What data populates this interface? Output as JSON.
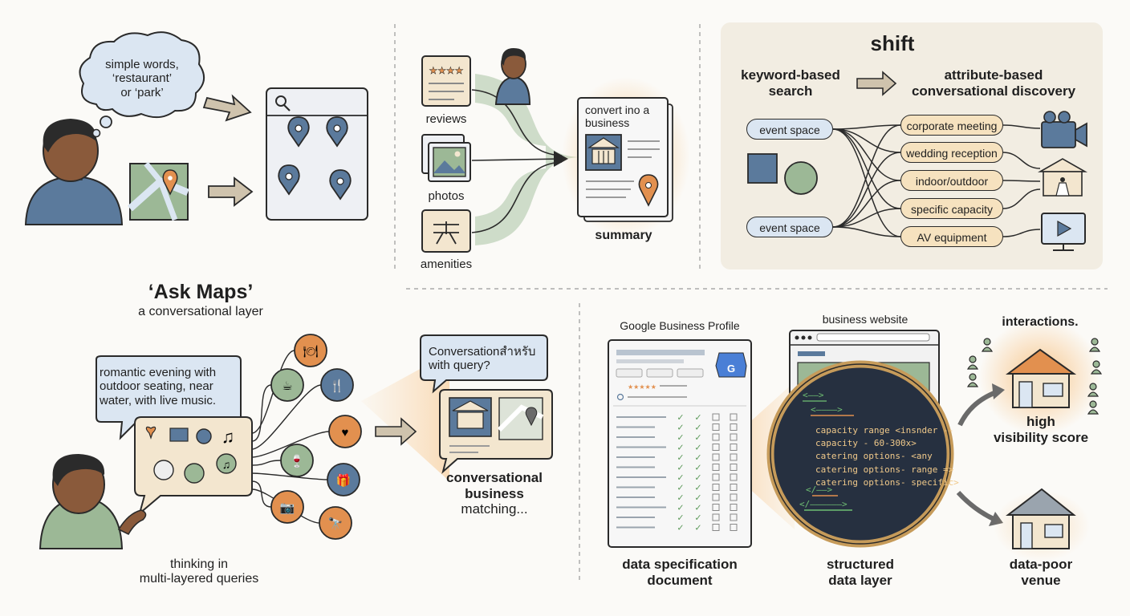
{
  "panel1": {
    "thought": [
      "simple words,",
      "‘restaurant’",
      "or ‘park’"
    ]
  },
  "panel2": {
    "sources": [
      "reviews",
      "photos",
      "amenities"
    ],
    "card_text": [
      "convert ino a",
      "business"
    ],
    "summary": "summary"
  },
  "panel3": {
    "title": "shift",
    "left_heading": [
      "keyword-based",
      "search"
    ],
    "right_heading": [
      "attribute-based",
      "conversational discovery"
    ],
    "event_space_labels": [
      "event space",
      "event space"
    ],
    "attributes": [
      "corporate meeting",
      "wedding reception",
      "indoor/outdoor",
      "specific capacity",
      "AV equipment"
    ]
  },
  "panel4": {
    "title": "‘Ask Maps’",
    "subtitle": "a conversational layer",
    "query": [
      "romantic evening with",
      "outdoor seating, near",
      "water, with live music."
    ],
    "caption": [
      "thinking in",
      "multi-layered queries"
    ]
  },
  "panel5": {
    "bubble": [
      "Conversationสําหรับ",
      "with query?"
    ],
    "caption": [
      "conversational",
      "business",
      "matching..."
    ]
  },
  "panel6": {
    "profile_title": "Google Business Profile",
    "profile_caption": [
      "data specification",
      "document"
    ],
    "website_title": "business website",
    "code_lines": [
      "<——>",
      "<————>",
      "capacity range <insnder --",
      "capacity - 60-300x>",
      "catering options- <any",
      "catering options- range =>",
      "catering options- specific>",
      "</——>",
      "</——————>"
    ],
    "layer_caption": [
      "structured",
      "data layer"
    ],
    "interactions": "interactions.",
    "high_caption": [
      "high",
      "visibility score"
    ],
    "poor_caption": [
      "data-poor",
      "venue"
    ]
  },
  "colors": {
    "blue": "#5b7a9c",
    "green": "#9cb896",
    "orange": "#e2904f",
    "tan": "#f3e6cf",
    "ink": "#2a2a2a",
    "panel_bg": "#f3eee3"
  }
}
